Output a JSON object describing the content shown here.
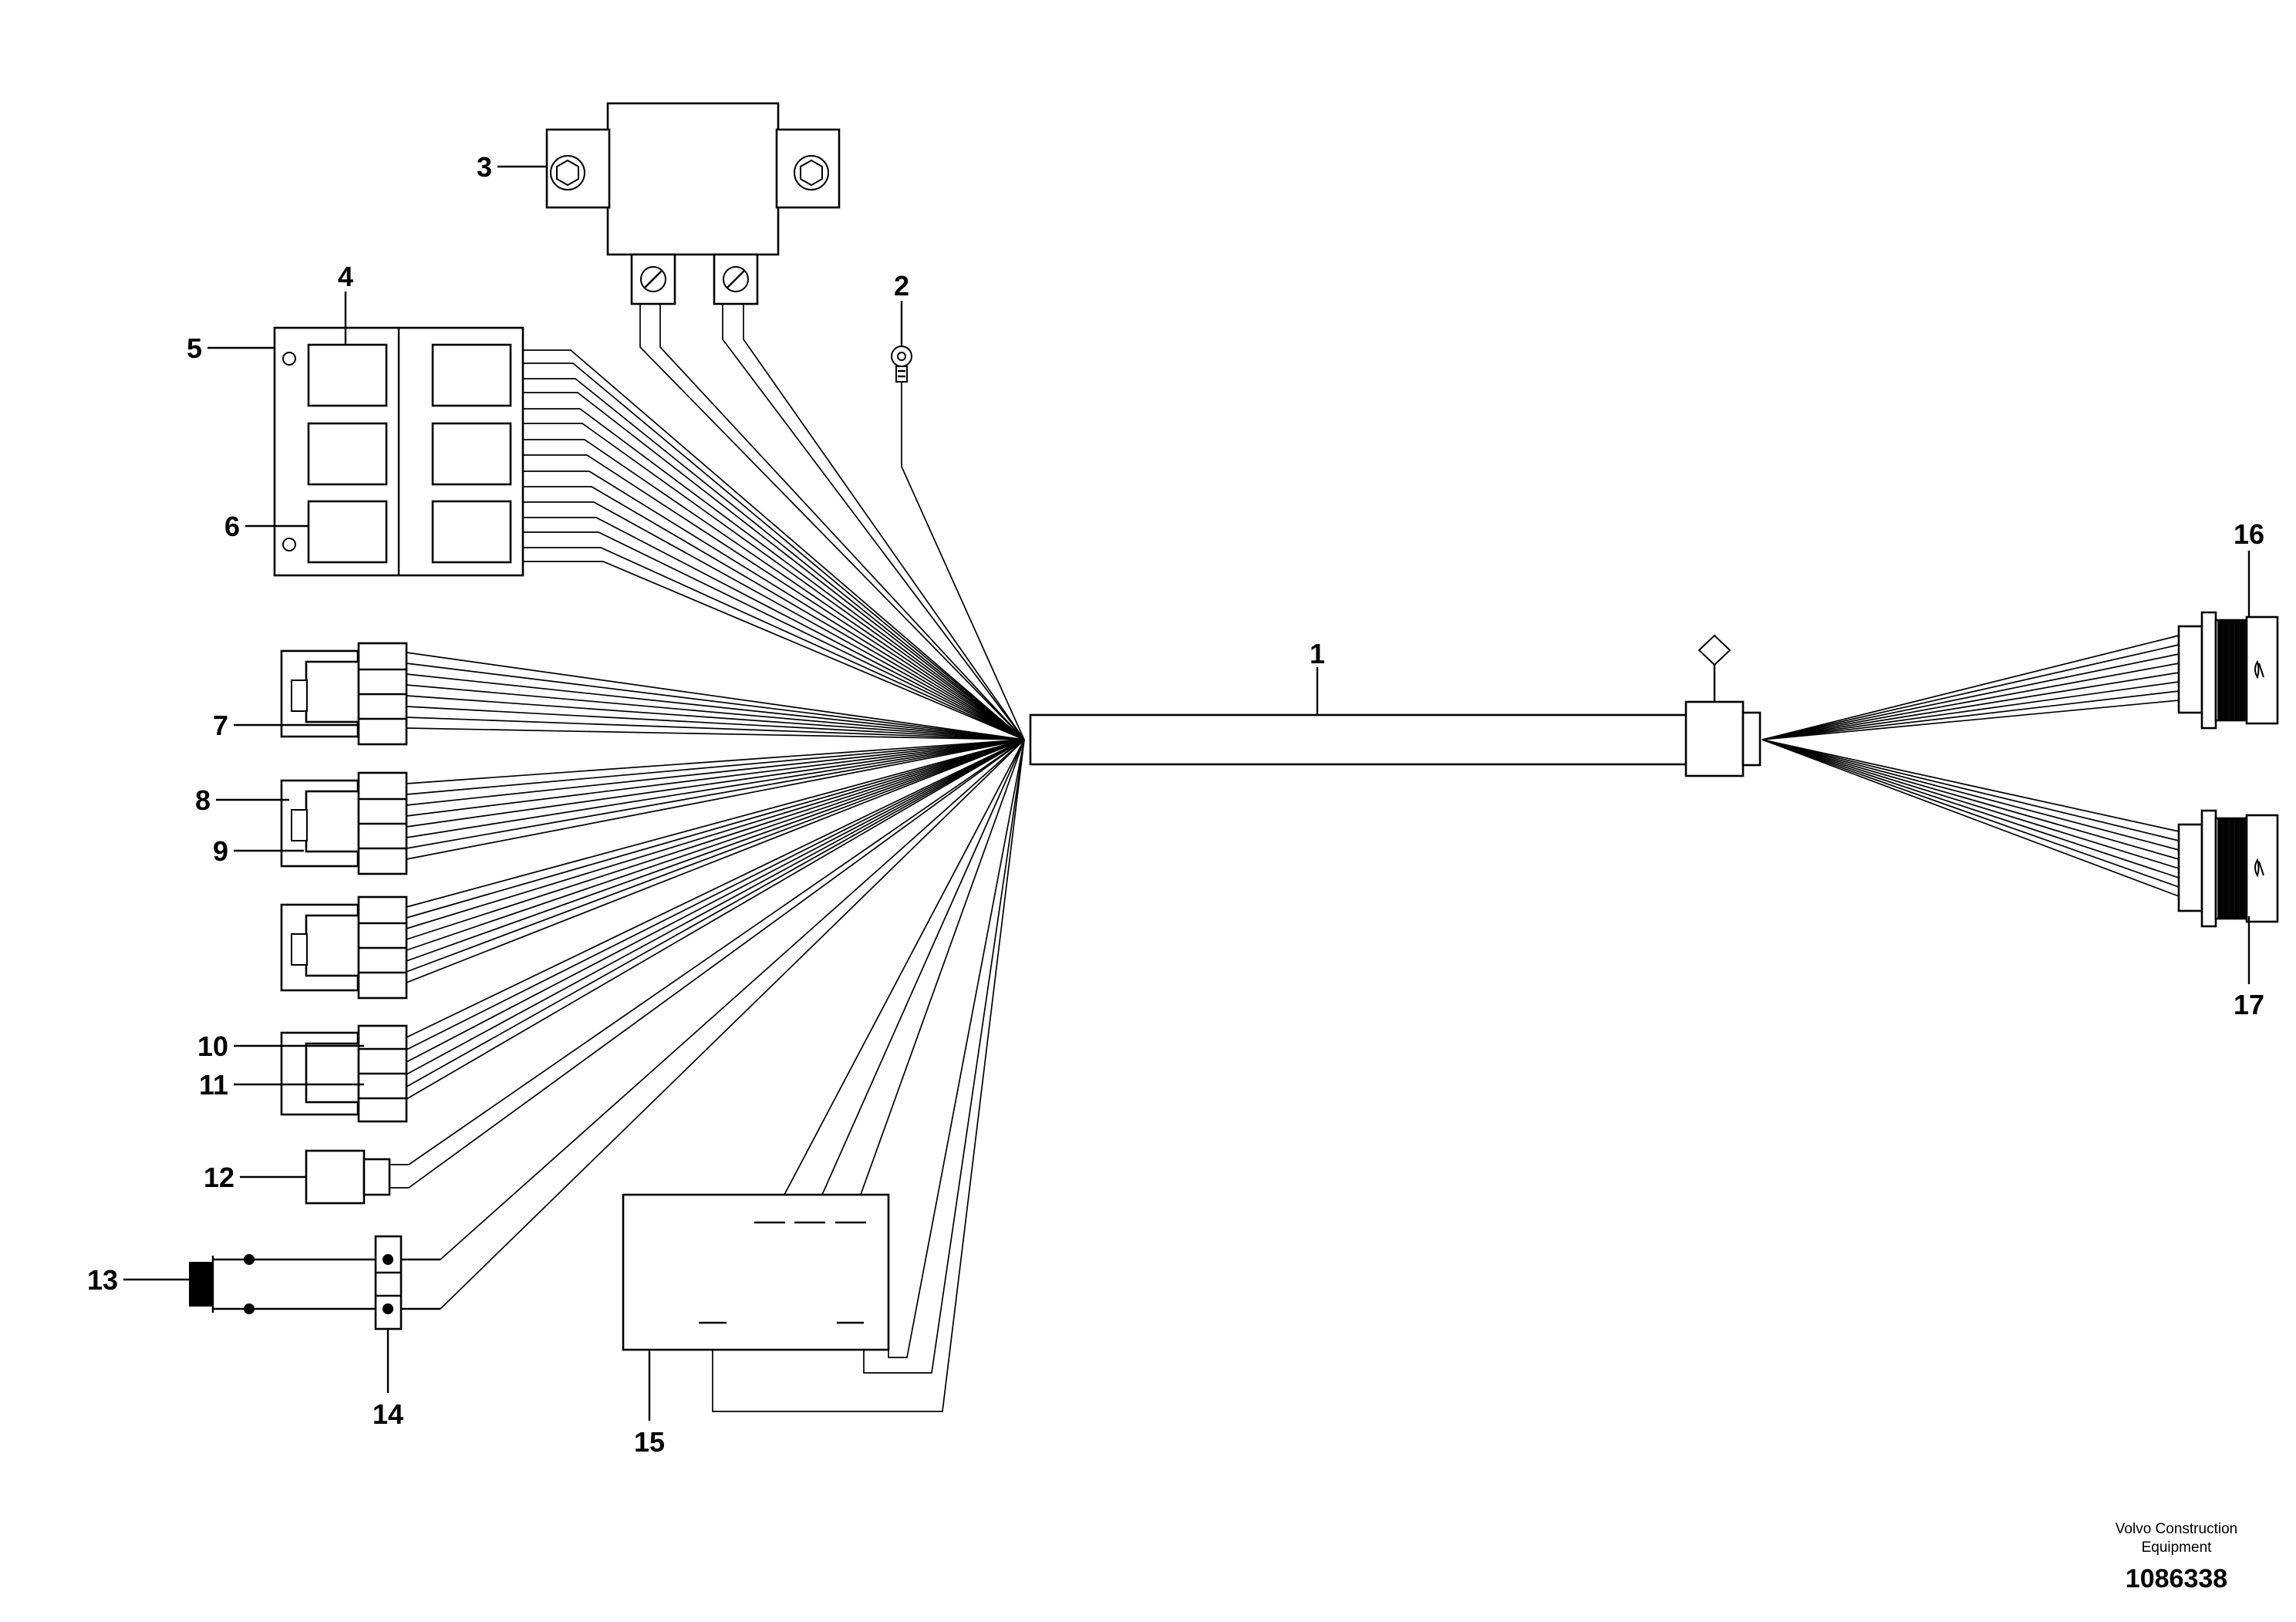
{
  "callouts": {
    "c1": "1",
    "c2": "2",
    "c3": "3",
    "c4": "4",
    "c5": "5",
    "c6": "6",
    "c7": "7",
    "c8": "8",
    "c9": "9",
    "c10": "10",
    "c11": "11",
    "c12": "12",
    "c13": "13",
    "c14": "14",
    "c15": "15",
    "c16": "16",
    "c17": "17"
  },
  "footer": {
    "brand_line1": "Volvo Construction",
    "brand_line2": "Equipment",
    "doc_number": "1086338"
  }
}
